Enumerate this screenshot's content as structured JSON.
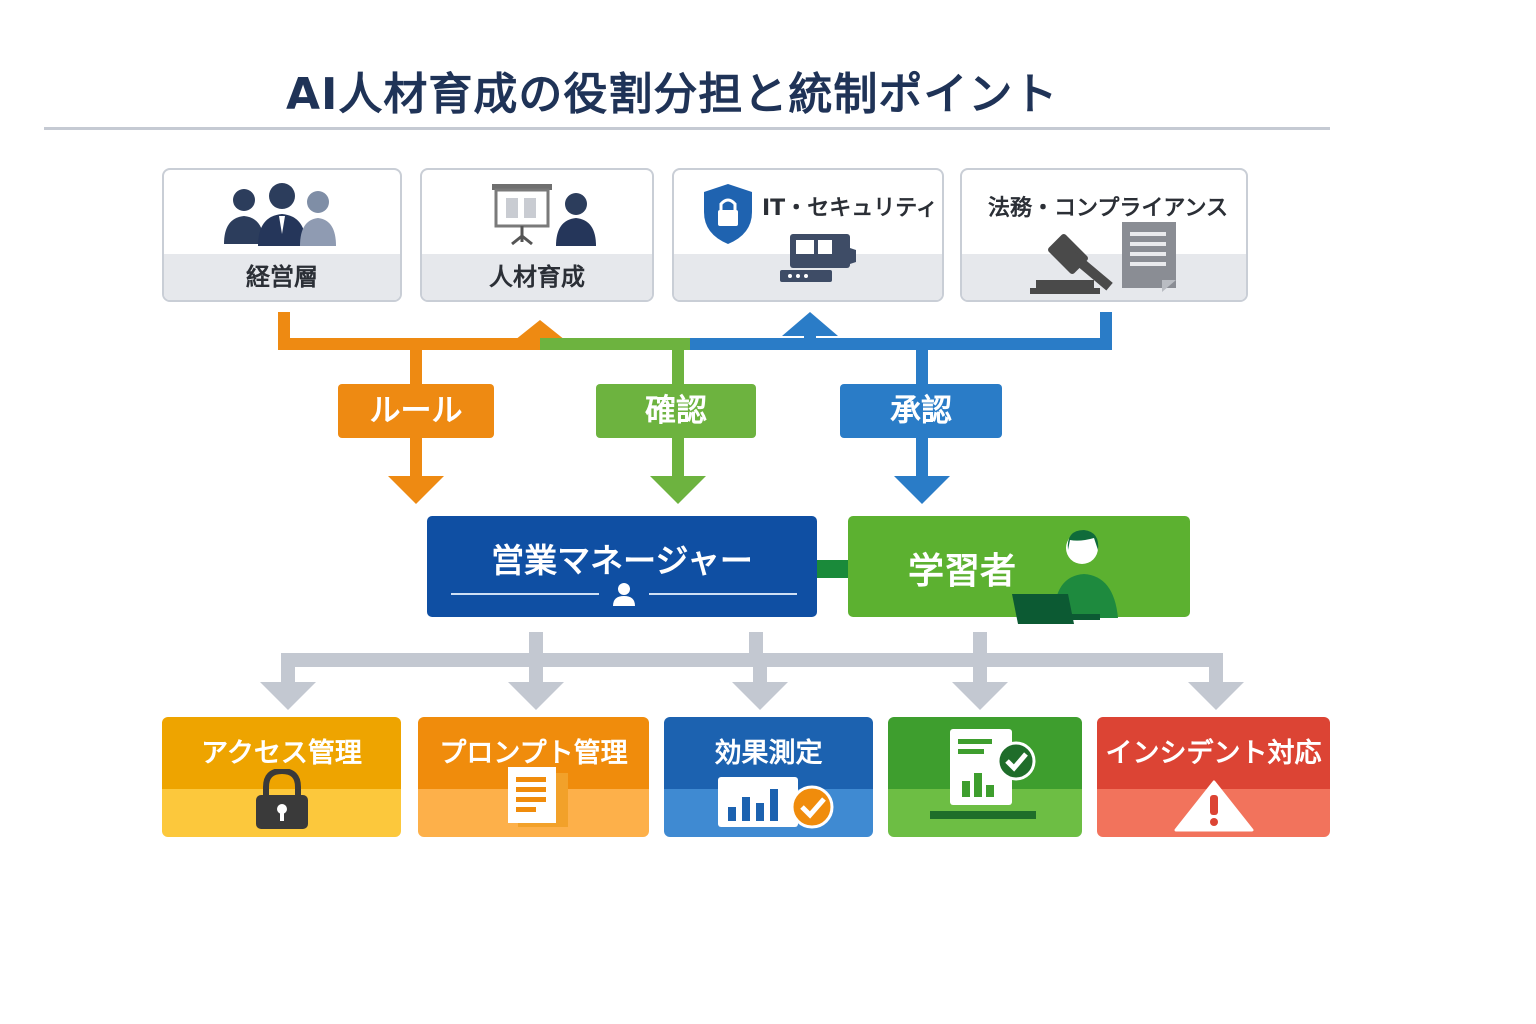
{
  "title": "AI人材育成の役割分担と統制ポイント",
  "roles": [
    {
      "id": "executive",
      "label": "経営層",
      "icon": "executives-group-icon"
    },
    {
      "id": "training",
      "label": "人材育成",
      "icon": "presenter-board-icon"
    },
    {
      "id": "it-security",
      "label": "IT・セキュリティ",
      "icon": "shield-lock-icon"
    },
    {
      "id": "legal",
      "label": "法務・コンプライアンス",
      "icon": "gavel-document-icon"
    }
  ],
  "flows": [
    {
      "label": "ルール",
      "color": "#ee8a12"
    },
    {
      "label": "確認",
      "color": "#6db33f"
    },
    {
      "label": "承認",
      "color": "#2a7cc7"
    }
  ],
  "actors": {
    "manager": {
      "label": "営業マネージャー",
      "color": "#0f4fa3",
      "icon": "person-icon"
    },
    "learner": {
      "label": "学習者",
      "color": "#5cb130",
      "icon": "learner-laptop-icon"
    }
  },
  "controls": [
    {
      "label": "アクセス管理",
      "icon": "padlock-icon",
      "top": "#eea400",
      "bottom": "#fcc83c"
    },
    {
      "label": "プロンプト管理",
      "icon": "prompt-document-icon",
      "top": "#f08c0c",
      "bottom": "#fdb04a"
    },
    {
      "label": "効果測定",
      "icon": "chart-check-icon",
      "top": "#1c62b0",
      "bottom": "#3f8ad2"
    },
    {
      "label": "",
      "icon": "report-check-icon",
      "top": "#3e9e2e",
      "bottom": "#6dbe44"
    },
    {
      "label": "インシデント対応",
      "icon": "warning-icon",
      "top": "#dc4434",
      "bottom": "#f2735c"
    }
  ],
  "colors": {
    "title": "#1f3357",
    "connector_gray": "#c3c8d1",
    "orange": "#ee8a12",
    "green": "#6db33f",
    "blue": "#2a7cc7"
  }
}
